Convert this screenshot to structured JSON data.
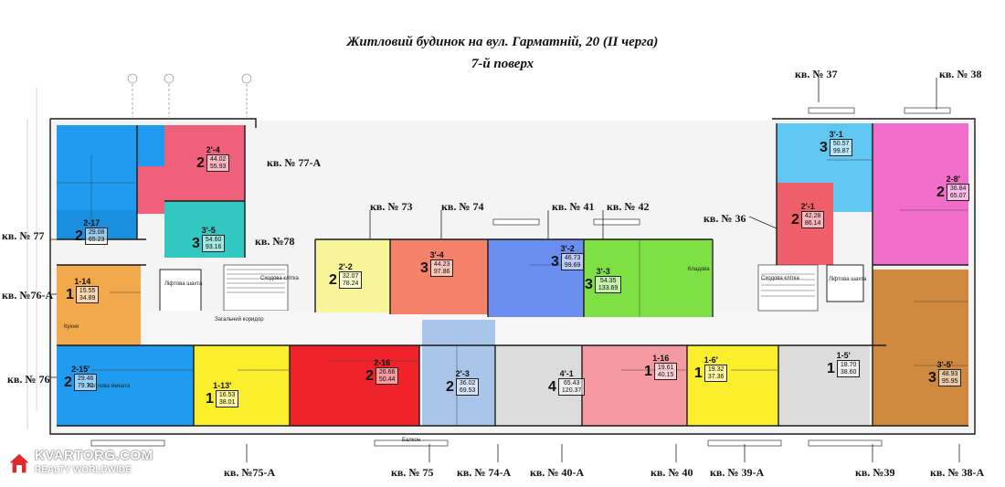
{
  "title": {
    "line1": "Житловий будинок на вул. Гарматній, 20 (ІІ черга)",
    "line2": "7-й поверх"
  },
  "apartment_labels": {
    "q37": "кв. № 37",
    "q38": "кв. № 38",
    "q77a": "кв. № 77-А",
    "q73": "кв. № 73",
    "q74": "кв. № 74",
    "q41": "кв. № 41",
    "q42": "кв. № 42",
    "q36": "кв. № 36",
    "q77": "кв. № 77",
    "q78": "кв. №78",
    "q76a": "кв. №76-А",
    "q76": "кв. № 76",
    "q75a": "кв. №75-А",
    "q75": "кв. № 75",
    "q74a": "кв. № 74-А",
    "q40a": "кв. № 40-А",
    "q40": "кв. № 40",
    "q39a": "кв. № 39-А",
    "q39": "кв. №39",
    "q38a": "кв. № 38-А"
  },
  "rooms": {
    "r2_4": {
      "type": "2'-4",
      "num": "2",
      "area1": "44.02",
      "area2": "55.93"
    },
    "r2_17": {
      "type": "2-17",
      "num": "2",
      "area1": "29.08",
      "area2": "65.23"
    },
    "r3_5": {
      "type": "3'-5",
      "num": "3",
      "area1": "54.60",
      "area2": "93.16"
    },
    "r1_14": {
      "type": "1-14",
      "num": "1",
      "area1": "15.55",
      "area2": "34.89"
    },
    "r2_15": {
      "type": "2-15'",
      "num": "2",
      "area1": "29.46",
      "area2": "79.72"
    },
    "r1_13": {
      "type": "1-13'",
      "num": "1",
      "area1": "16.53",
      "area2": "38.01"
    },
    "r2_16": {
      "type": "2-16",
      "num": "2",
      "area1": "26.66",
      "area2": "50.44"
    },
    "r2_2": {
      "type": "2'-2",
      "num": "2",
      "area1": "32.07",
      "area2": "78.24"
    },
    "r3_4": {
      "type": "3'-4",
      "num": "3",
      "area1": "44.23",
      "area2": "97.86"
    },
    "r3_2": {
      "type": "3'-2",
      "num": "3",
      "area1": "46.73",
      "area2": "99.69"
    },
    "r3_3": {
      "type": "3'-3",
      "num": "3",
      "area1": "54.35",
      "area2": "133.69"
    },
    "r2_3": {
      "type": "2'-3",
      "num": "2",
      "area1": "36.02",
      "area2": "69.53"
    },
    "r4_1": {
      "type": "4'-1",
      "num": "4",
      "area1": "65.43",
      "area2": "120.37"
    },
    "r1_16": {
      "type": "1-16",
      "num": "1",
      "area1": "19.61",
      "area2": "40.15"
    },
    "r1_6": {
      "type": "1-6'",
      "num": "1",
      "area1": "19.32",
      "area2": "37.36"
    },
    "r1_5": {
      "type": "1-5'",
      "num": "1",
      "area1": "18.70",
      "area2": "38.60"
    },
    "r3_5b": {
      "type": "3'-5'",
      "num": "3",
      "area1": "48.93",
      "area2": "95.95"
    },
    "r3_1": {
      "type": "3'-1",
      "num": "3",
      "area1": "50.57",
      "area2": "99.87"
    },
    "r2_1": {
      "type": "2'-1",
      "num": "2",
      "area1": "42.28",
      "area2": "86.14"
    },
    "r2_8": {
      "type": "2-8'",
      "num": "2",
      "area1": "36.84",
      "area2": "65.07"
    }
  },
  "notes": {
    "lift1": "Ліфтова шахта",
    "lift2": "Ліфтова шахта",
    "corridor": "Загальний коридор",
    "stair1": "Сходова клітка",
    "stair2": "Сходова клітка",
    "balcony": "Балкон",
    "kitchen": "Кухня",
    "living": "Житлова кімната",
    "storage": "Кладова"
  },
  "watermark": {
    "brand": "KVARTORG.COM",
    "sub": "REALTY WORLDWIDE"
  },
  "colors": {
    "blue": "#1f9bf0",
    "pink": "#f0607a",
    "teal": "#33c7c2",
    "orange": "#f2a94c",
    "yellow": "#fbee2c",
    "red": "#f0232a",
    "lightyellow": "#f8f49a",
    "salmon": "#f4826a",
    "purple": "#6a8ef0",
    "green": "#7fe043",
    "lightblue": "#a9c5ea",
    "lightpink": "#f49aa0",
    "gray": "#dcdcdc",
    "magenta": "#f06ec9",
    "brown": "#cf8a40",
    "skyblue": "#5fc7f2"
  }
}
